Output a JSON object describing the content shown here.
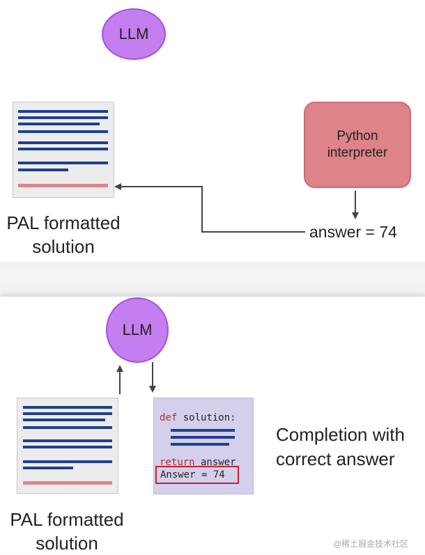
{
  "top_panel": {
    "llm_label": "LLM",
    "document_label_line1": "PAL formatted",
    "document_label_line2": "solution",
    "python_box_line1": "Python",
    "python_box_line2": "interpreter",
    "answer_text": "answer = 74"
  },
  "bottom_panel": {
    "llm_label": "LLM",
    "document_label_line1": "PAL formatted",
    "document_label_line2": "solution",
    "code": {
      "def_keyword": "def",
      "def_rest": " solution:",
      "return_keyword": "return",
      "return_rest": " answer",
      "answer_line": "Answer = 74"
    },
    "completion_line1": "Completion with",
    "completion_line2": "correct answer"
  },
  "watermark": "@稀土掘金技术社区",
  "colors": {
    "llm_fill": "#c47ef0",
    "python_box_fill": "#de8488",
    "doc_line": "#1f3f8f",
    "highlight_line": "#d9868e",
    "code_box_fill": "#d4d0ec",
    "answer_box_border": "#c2222b"
  }
}
